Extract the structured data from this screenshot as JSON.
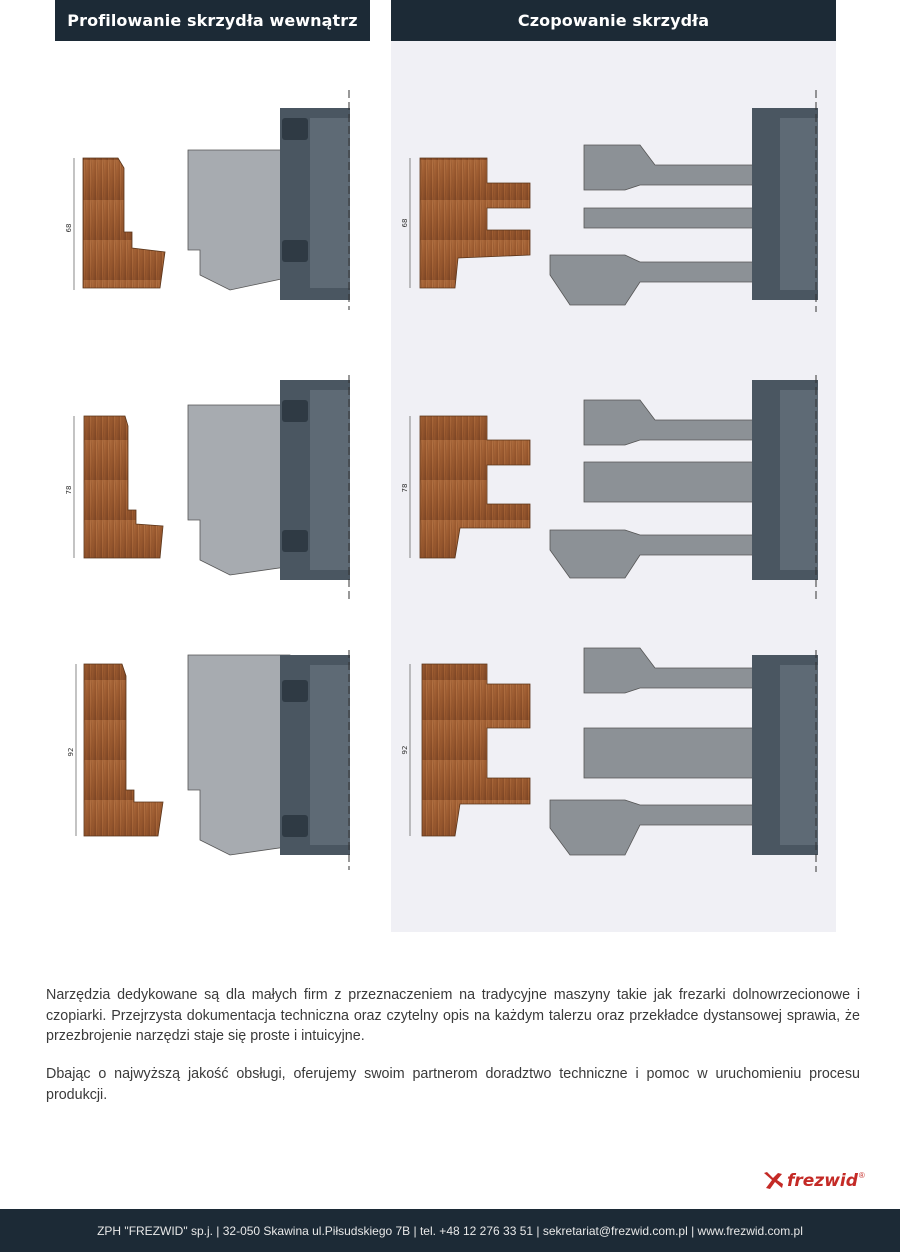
{
  "headers": {
    "left": "Profilowanie skrzydła wewnątrz",
    "right": "Czopowanie skrzydła"
  },
  "dimensions": [
    "68",
    "78",
    "92"
  ],
  "description": {
    "paragraph1": "Narzędzia dedykowane są dla małych firm z przeznaczeniem na tradycyjne maszyny takie jak frezarki dolnowrzecionowe i czopiarki. Przejrzysta dokumentacja techniczna oraz czytelny opis na każdym talerzu oraz przekładce dystansowej sprawia, że przezbrojenie narzędzi staje się proste i intuicyjne.",
    "paragraph2": "Dbając o najwyższą jakość obsługi, oferujemy swoim partnerom doradztwo techniczne i pomoc w uruchomieniu procesu produkcji."
  },
  "brand": {
    "name": "frezwid",
    "registered": "®",
    "color": "#c42a26"
  },
  "footer": {
    "text": "ZPH \"FREZWID\" sp.j. | 32-050 Skawina ul.Piłsudskiego 7B | tel. +48 12 276 33 51 | sekretariat@frezwid.com.pl | www.frezwid.com.pl"
  },
  "colors": {
    "dark_bar": "#1c2a36",
    "panel": "#f0f0f5",
    "wood": "#a9683a",
    "tool_light": "#b9bcbf",
    "tool_mid": "#8c9196",
    "tool_dark": "#4a5661"
  }
}
